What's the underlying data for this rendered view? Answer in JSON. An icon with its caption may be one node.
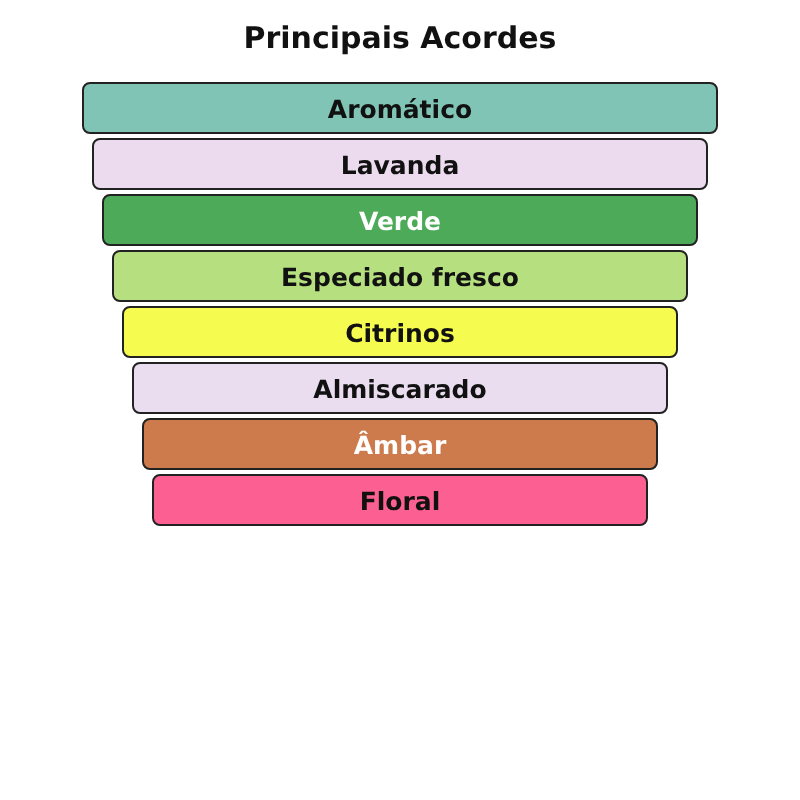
{
  "diagram": {
    "title": "Principais Acordes",
    "nodes": [
      {
        "text": [
          "Aromático"
        ]
      },
      {
        "text": [
          "Lavanda"
        ]
      },
      {
        "text": [
          "Verde"
        ]
      },
      {
        "text": [
          "Especiado fresco"
        ]
      },
      {
        "text": [
          "Citrinos"
        ]
      },
      {
        "text": [
          "Almiscarado"
        ]
      },
      {
        "text": [
          "Âmbar"
        ]
      },
      {
        "text": [
          "Floral"
        ]
      }
    ],
    "edges": []
  }
}
